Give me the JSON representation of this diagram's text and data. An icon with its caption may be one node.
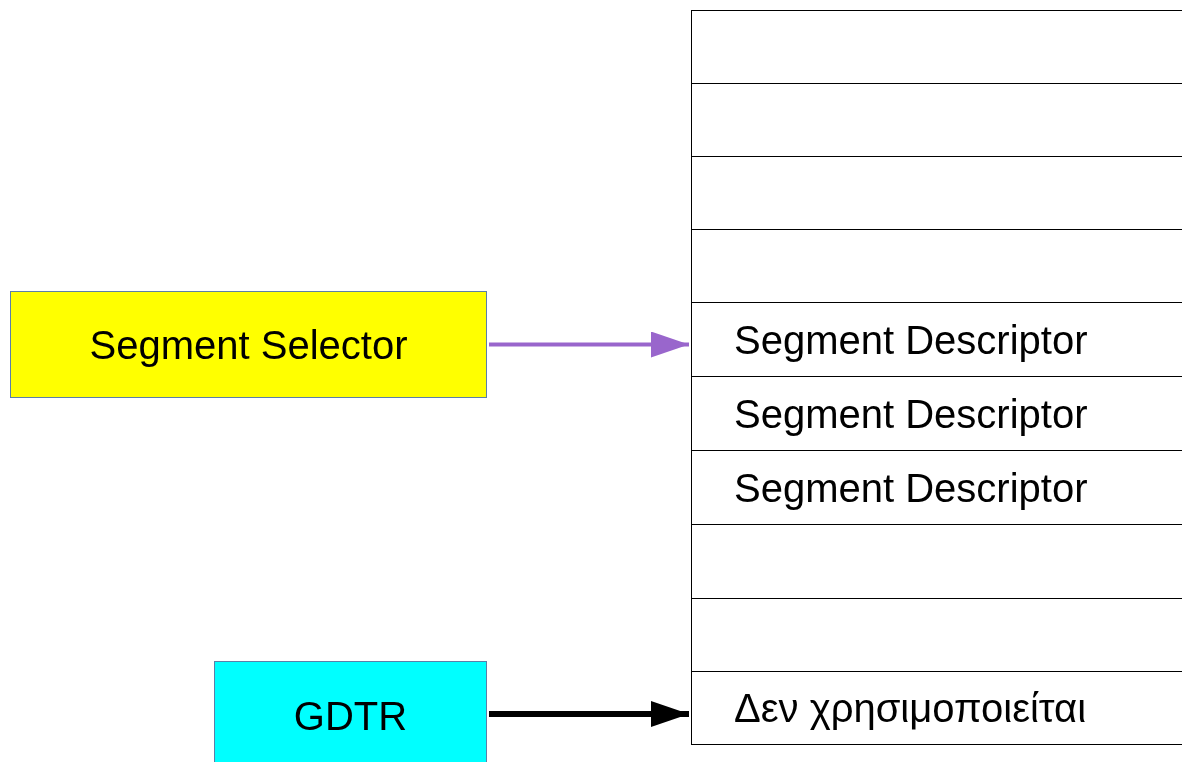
{
  "diagram": {
    "nodes": [
      {
        "text": [],
        "shape": "box"
      },
      {
        "text": [],
        "shape": "box"
      },
      {
        "text": [],
        "shape": "box"
      },
      {
        "text": [],
        "shape": "box"
      },
      {
        "text": [
          "Segment Descriptor"
        ]
      },
      {
        "text": [
          "Segment Descriptor"
        ]
      },
      {
        "text": [
          "Segment Descriptor"
        ]
      },
      {
        "text": [],
        "shape": "box"
      },
      {
        "text": [],
        "shape": "box"
      },
      {
        "text": [
          "Δεν χρησιμοποιείται"
        ]
      },
      {
        "text": [
          "Segment Selector"
        ]
      },
      {
        "text": [
          "GDTR"
        ]
      }
    ],
    "edges": [
      {
        "from": 10,
        "to": 4,
        "arrow": "to",
        "color": "#9966cc"
      },
      {
        "from": 11,
        "to": 9,
        "arrow": "to",
        "color": "#000000"
      }
    ]
  }
}
